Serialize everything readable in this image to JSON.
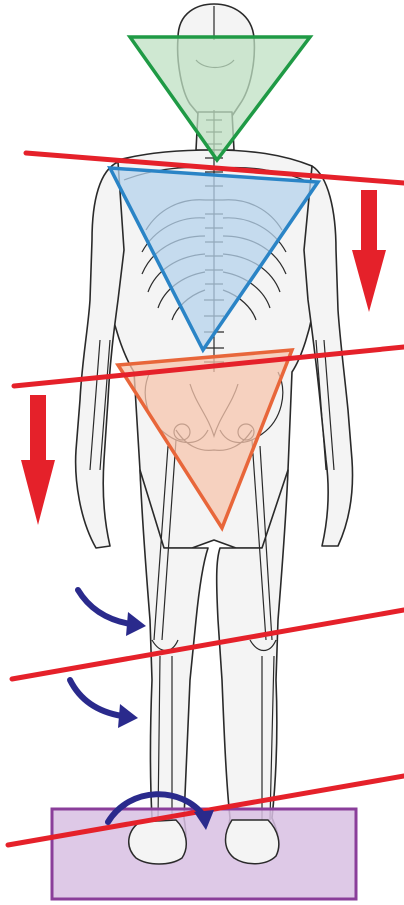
{
  "diagram": {
    "colors": {
      "background": "#ffffff",
      "outline": "#2a2a2a",
      "skeleton_fill": "#f4f4f4",
      "head_triangle_stroke": "#1f9a45",
      "head_triangle_fill": "#bfe0c3",
      "shoulder_triangle_stroke": "#2a84c6",
      "shoulder_triangle_fill": "#b5d3ec",
      "pelvis_triangle_stroke": "#e8663a",
      "pelvis_triangle_fill": "#f7c5ad",
      "tilt_line": "#e5212a",
      "drop_arrow": "#e5212a",
      "rotation_arrow": "#2a2a8c",
      "platform_fill": "#d8c0e3",
      "platform_stroke": "#8a3e9a"
    },
    "tilt_lines": [
      "neck-level",
      "pelvis-level",
      "knee-level",
      "foot-level"
    ],
    "drop_arrows": [
      "shoulder-drop-arrow",
      "hip-drop-arrow"
    ],
    "rotation_arrows": [
      "thigh-rotation-arrow",
      "shin-rotation-arrow",
      "foot-rotation-arrow"
    ]
  }
}
